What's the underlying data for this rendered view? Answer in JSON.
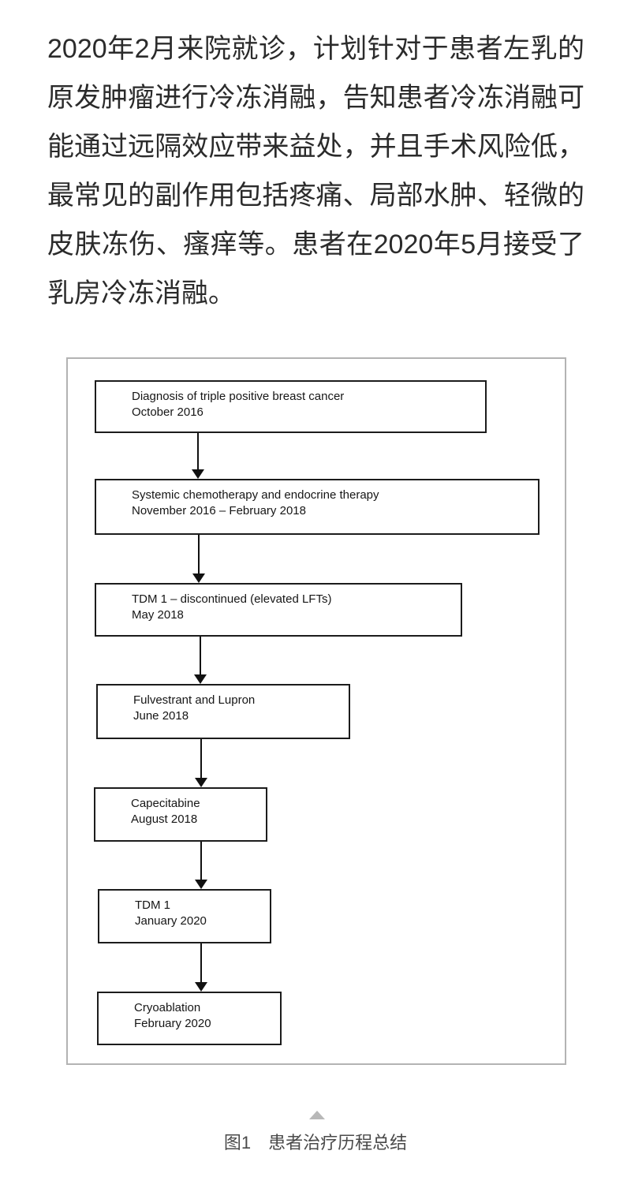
{
  "paragraph": {
    "lines": [
      "2020年2月来院就诊，计划针对于患者左乳的",
      "原发肿瘤进行冷冻消融，告知患者冷冻消融可",
      "能通过远隔效应带来益处，并且手术风险低，",
      "最常见的副作用包括疼痛、局部水肿、轻微的",
      "皮肤冻伤、瘙痒等。患者在2020年5月接受了",
      "乳房冷冻消融。"
    ]
  },
  "flowchart": {
    "boxes": [
      {
        "line1": "Diagnosis of triple positive breast cancer",
        "line2": "October 2016"
      },
      {
        "line1": "Systemic chemotherapy and endocrine therapy",
        "line2": "November 2016 – February 2018"
      },
      {
        "line1": "TDM 1 – discontinued (elevated LFTs)",
        "line2": "May 2018"
      },
      {
        "line1": "Fulvestrant and Lupron",
        "line2": "June 2018"
      },
      {
        "line1": "Capecitabine",
        "line2": "August 2018"
      },
      {
        "line1": "TDM 1",
        "line2": "January 2020"
      },
      {
        "line1": "Cryoablation",
        "line2": "February 2020"
      }
    ]
  },
  "caption": {
    "text": "图1　患者治疗历程总结"
  },
  "icons": {
    "collapse_indicator": "triangle-up"
  },
  "colors": {
    "background": "#ffffff",
    "body_text": "#2b2b2b",
    "box_border": "#1c1c1c",
    "box_text": "#161616",
    "panel_border": "#b3b3b3",
    "arrow": "#111111",
    "triangle": "#b8b8b8",
    "caption_text": "#4a4a4a"
  }
}
